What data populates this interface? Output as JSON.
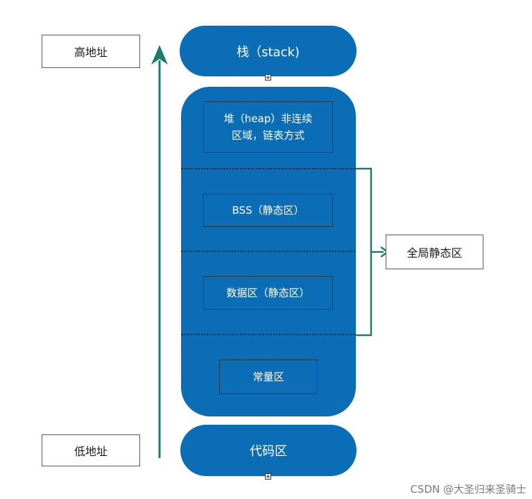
{
  "labels": {
    "high_address": "高地址",
    "low_address": "低地址",
    "stack": "栈（stack)",
    "heap_line1": "堆（heap）非连续",
    "heap_line2": "区域，链表方式",
    "bss": "BSS（静态区）",
    "data_segment": "数据区（静态区）",
    "constant": "常量区",
    "code": "代码区",
    "global_static": "全局静态区"
  },
  "watermark": "CSDN @大圣归来圣骑士",
  "colors": {
    "segment_fill": "#0b6db3",
    "arrow": "#1f7a6d",
    "bracket": "#1f7a6d"
  }
}
